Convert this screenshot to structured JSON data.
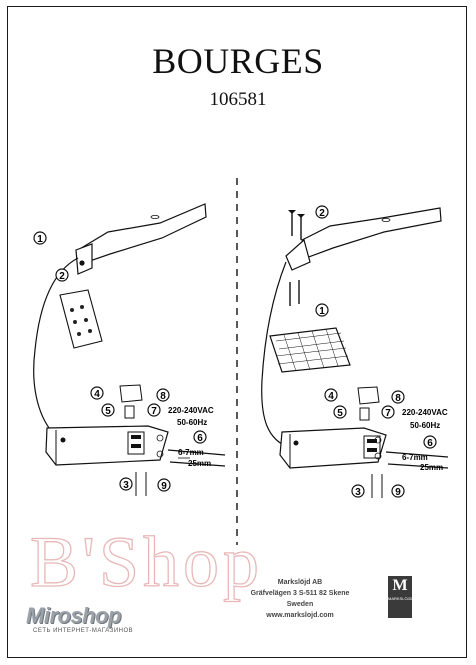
{
  "document": {
    "title": "BOURGES",
    "article_number": "106581"
  },
  "instructions": {
    "step_numbers": [
      "1",
      "2",
      "3",
      "4",
      "5",
      "6",
      "7",
      "8",
      "9"
    ],
    "voltage": "220-240VAC",
    "frequency": "50-60Hz",
    "strip_short": "6-7mm",
    "strip_long": "25mm"
  },
  "footer": {
    "company": "Markslöjd AB",
    "address": "Gräfvelägen 3 S-511 82 Skene",
    "country": "Sweden",
    "website": "www.markslojd.com",
    "logo_letter": "M",
    "logo_sub": "MARKSLÖJD"
  },
  "watermarks": {
    "bshop": "B'Shop",
    "brand": "Miroshop",
    "brand_tagline": "СЕТЬ ИНТЕРНЕТ-МАГАЗИНОВ"
  }
}
